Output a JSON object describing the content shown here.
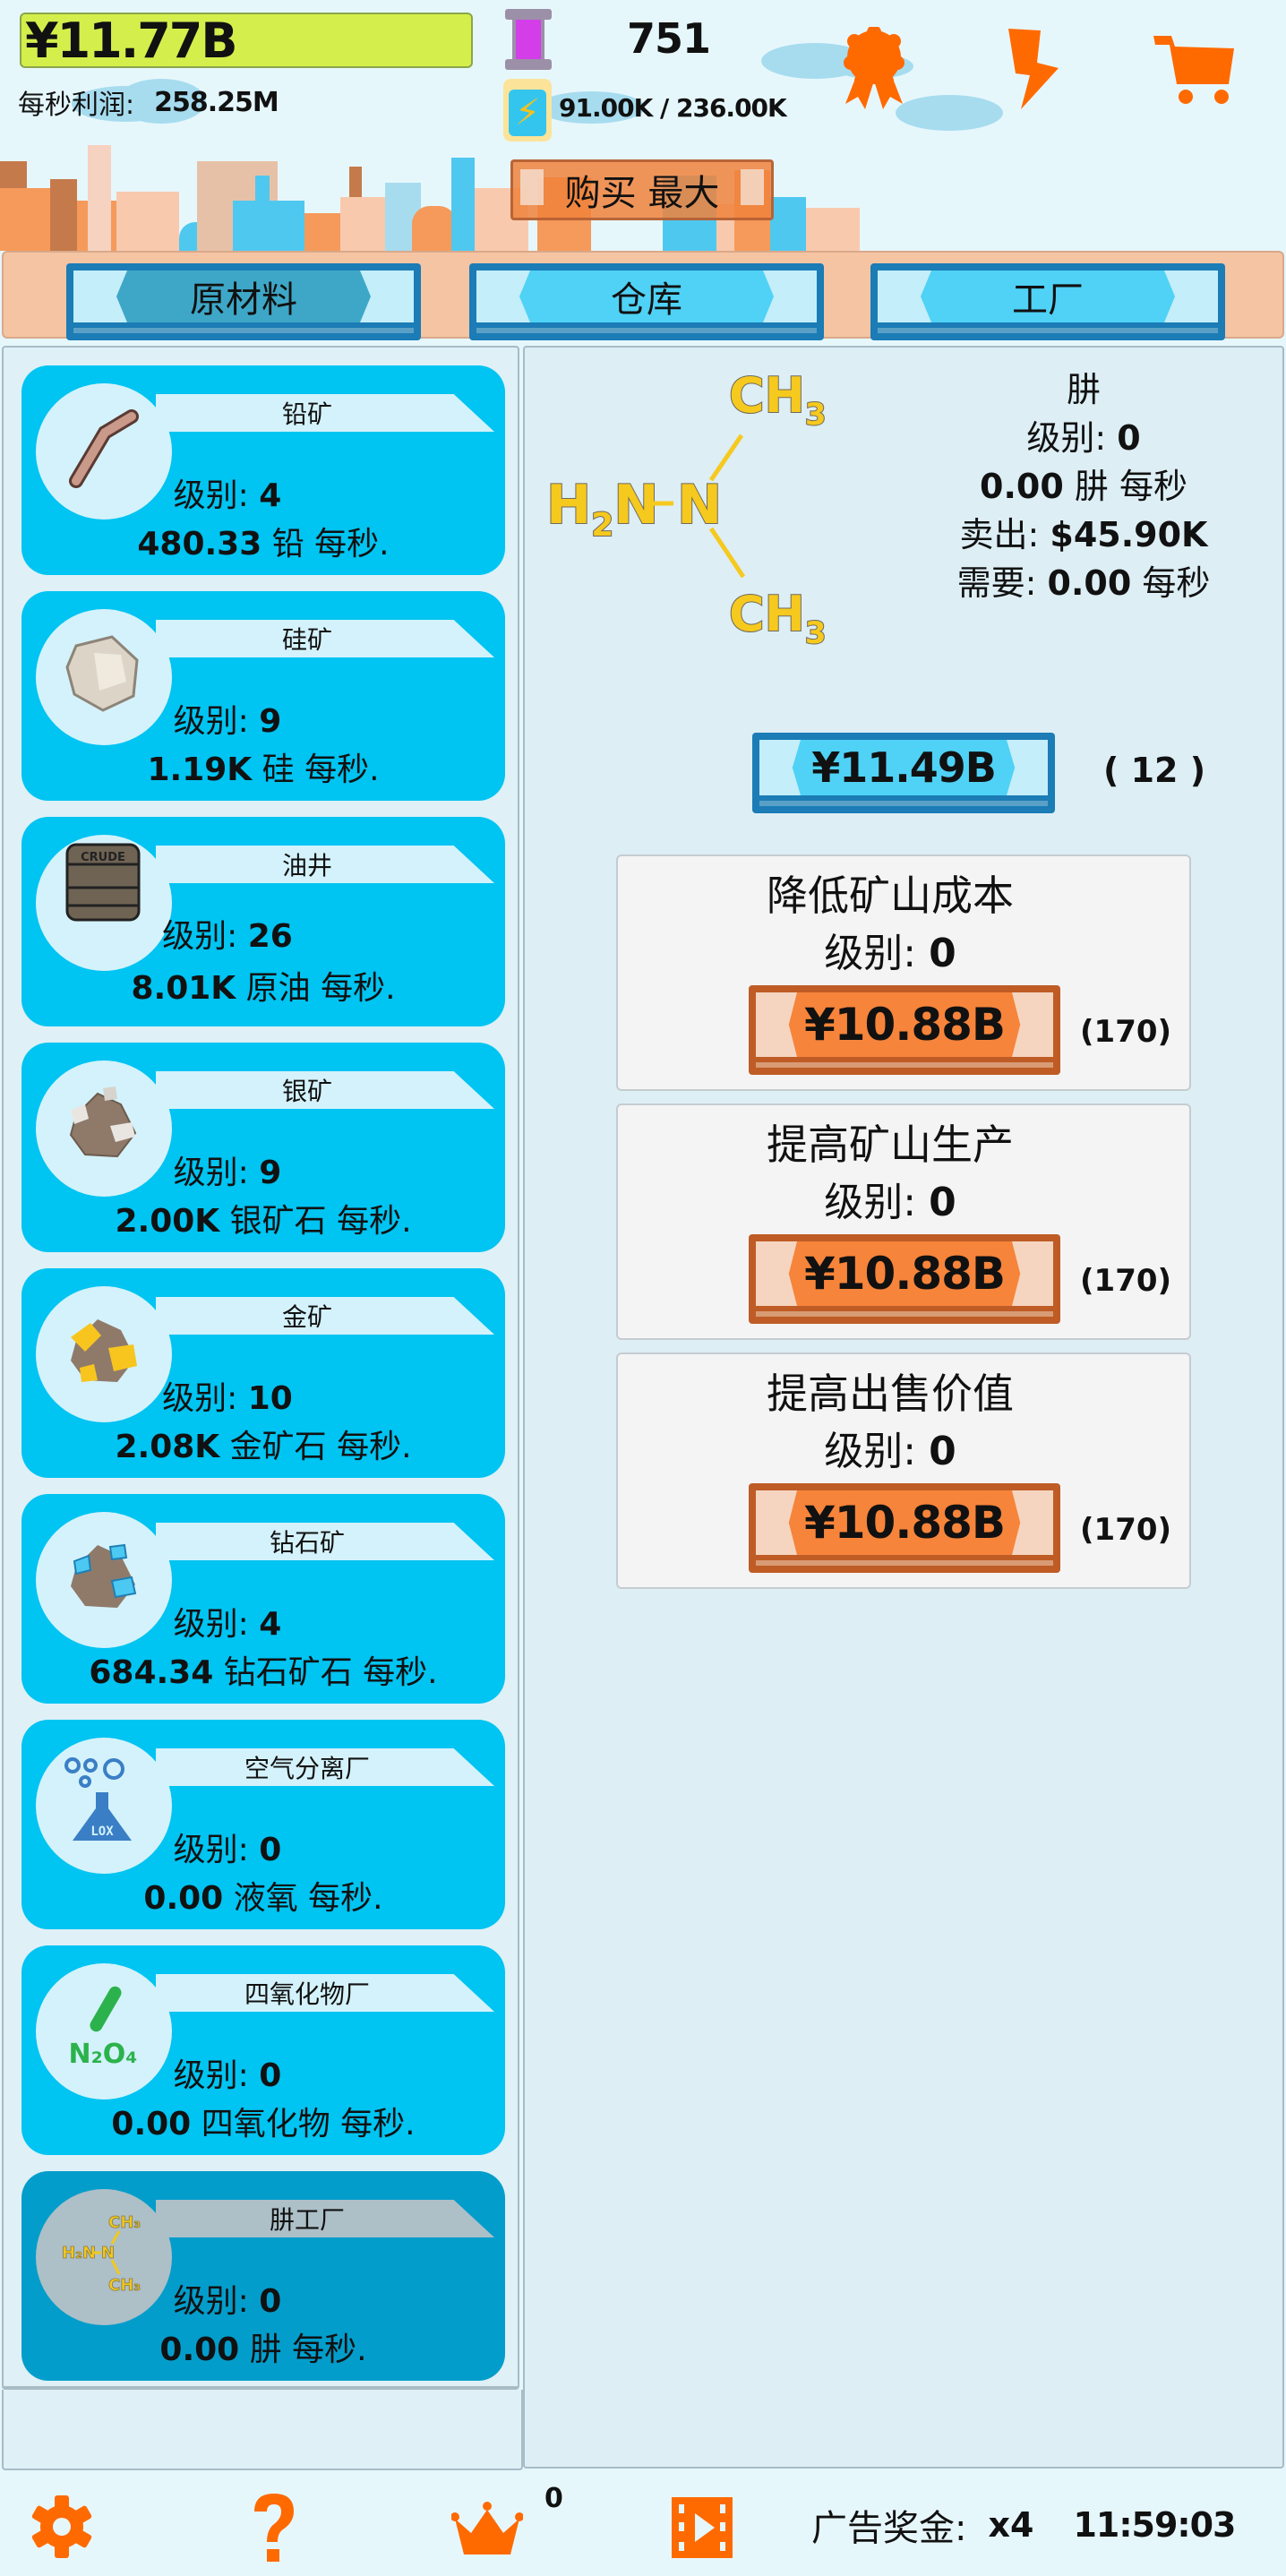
{
  "header": {
    "money": "¥11.77B",
    "profit_label": "每秒利润:",
    "profit_value": "258.25M",
    "gems": "751",
    "energy": "91.00K / 236.00K",
    "buy_max_label": "购买 最大",
    "icons": [
      "jar-icon",
      "energy-battery-icon",
      "award-ribbon-icon",
      "lightning-icon",
      "cart-icon"
    ]
  },
  "tabs": [
    {
      "label": "原材料",
      "active": true
    },
    {
      "label": "仓库",
      "active": false
    },
    {
      "label": "工厂",
      "active": false
    }
  ],
  "resources": [
    {
      "name": "铅矿",
      "level_label": "级别:",
      "level": "4",
      "rate": "480.33",
      "unit": "铅 每秒.",
      "icon": "lead-pipe-icon"
    },
    {
      "name": "硅矿",
      "level_label": "级别:",
      "level": "9",
      "rate": "1.19K",
      "unit": "硅 每秒.",
      "icon": "silicon-rock-icon"
    },
    {
      "name": "油井",
      "level_label": "级别:",
      "level": "26",
      "rate": "8.01K",
      "unit": "原油 每秒.",
      "icon": "oil-barrel-icon",
      "barrel_text": "CRUDE"
    },
    {
      "name": "银矿",
      "level_label": "级别:",
      "level": "9",
      "rate": "2.00K",
      "unit": "银矿石 每秒.",
      "icon": "silver-ore-icon"
    },
    {
      "name": "金矿",
      "level_label": "级别:",
      "level": "10",
      "rate": "2.08K",
      "unit": "金矿石 每秒.",
      "icon": "gold-ore-icon"
    },
    {
      "name": "钻石矿",
      "level_label": "级别:",
      "level": "4",
      "rate": "684.34",
      "unit": "钻石矿石 每秒.",
      "icon": "diamond-ore-icon"
    },
    {
      "name": "空气分离厂",
      "level_label": "级别:",
      "level": "0",
      "rate": "0.00",
      "unit": "液氧 每秒.",
      "icon": "lox-flask-icon",
      "flask_text": "LOX"
    },
    {
      "name": "四氧化物厂",
      "level_label": "级别:",
      "level": "0",
      "rate": "0.00",
      "unit": "四氧化物 每秒.",
      "icon": "n2o4-icon",
      "formula": "N₂O₄"
    },
    {
      "name": "肼工厂",
      "level_label": "级别:",
      "level": "0",
      "rate": "0.00",
      "unit": "肼 每秒.",
      "icon": "hydrazine-molecule-icon",
      "selected": true
    }
  ],
  "detail": {
    "name": "肼",
    "level_label": "级别:",
    "level": "0",
    "rate": "0.00",
    "rate_unit": "肼 每秒",
    "sell_label": "卖出:",
    "sell_value": "$45.90K",
    "need_label": "需要:",
    "need_value": "0.00",
    "need_unit": "每秒",
    "molecule": {
      "h2n": "H₂N",
      "n": "N",
      "ch3_top": "CH₃",
      "ch3_bottom": "CH₃"
    },
    "buy_price": "¥11.49B",
    "buy_count": "( 12 )"
  },
  "upgrades": [
    {
      "title": "降低矿山成本",
      "level_label": "级别:",
      "level": "0",
      "price": "¥10.88B",
      "count": "(170)"
    },
    {
      "title": "提高矿山生产",
      "level_label": "级别:",
      "level": "0",
      "price": "¥10.88B",
      "count": "(170)"
    },
    {
      "title": "提高出售价值",
      "level_label": "级别:",
      "level": "0",
      "price": "¥10.88B",
      "count": "(170)"
    }
  ],
  "bottom": {
    "crown_count": "0",
    "ad_bonus_label": "广告奖金:",
    "ad_multiplier": "x4",
    "ad_timer": "11:59:03"
  },
  "colors": {
    "accent_orange": "#ff6a00",
    "card_blue": "#00c4f2",
    "card_selected": "#039dcb",
    "money_bar": "#d4ef4c",
    "upgrade_button": "#f6843a",
    "buy_button": "#4fd2f5"
  }
}
